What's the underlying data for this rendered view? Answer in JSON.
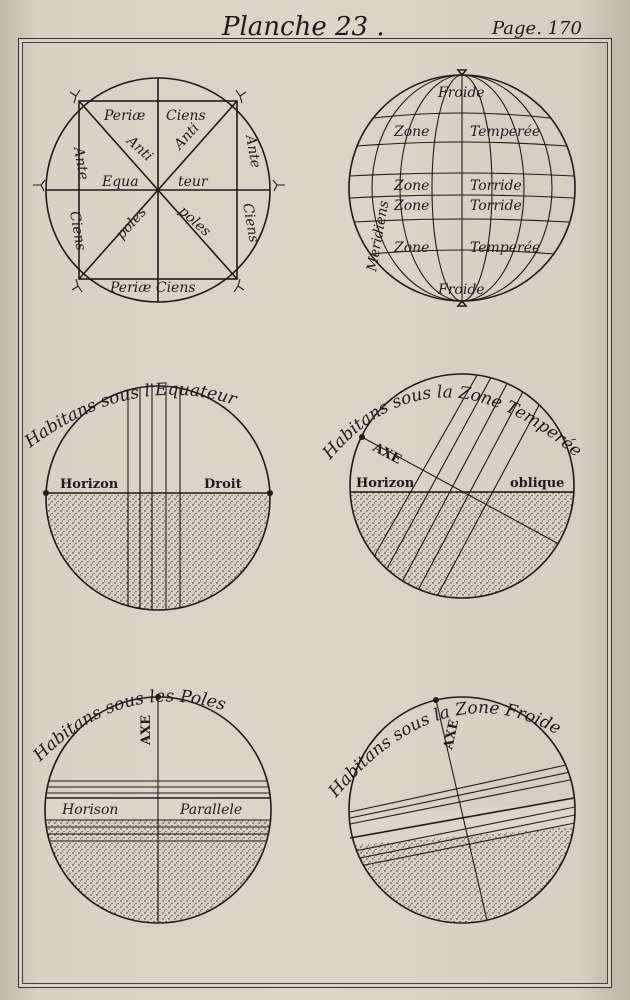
{
  "header": {
    "title": "Planche 23 .",
    "page_number": "Page. 170"
  },
  "fig1": {
    "top_left": "Periæ",
    "top_right": "Ciens",
    "left_upper": "Ante",
    "left_lower": "Ciens",
    "right_upper": "Ante",
    "right_lower": "Ciens",
    "center_left": "Equa",
    "center_right": "teur",
    "diag_ul": "Anti",
    "diag_ur": "Anti",
    "diag_ll": "poles",
    "diag_lr": "poles",
    "bottom": "Periæ Ciens"
  },
  "fig2": {
    "top": "Froide",
    "row1_left": "Zone",
    "row1_right": "Temperée",
    "row2_left": "Zone",
    "row2_right": "Torride",
    "row3_left": "Zone",
    "row3_right": "Torride",
    "row4_left": "Zone",
    "row4_right": "Temperée",
    "bottom": "Froide",
    "side": "Meridiens"
  },
  "fig3": {
    "caption": "Habitans sous l'Equateur",
    "horizon_left": "Horizon",
    "horizon_right": "Droit"
  },
  "fig4": {
    "caption": "Habitans sous la Zone Temperée",
    "axis": "AXE",
    "horizon_left": "Horizon",
    "horizon_right": "oblique"
  },
  "fig5": {
    "caption": "Habitans sous les Poles",
    "axis": "AXE",
    "horizon_left": "Horison",
    "horizon_right": "Parallele"
  },
  "fig6": {
    "caption": "Habitans sous la Zone Froide",
    "axis": "AXE"
  },
  "colors": {
    "paper": "#dcd6c9",
    "ink": "#1f1b18"
  }
}
